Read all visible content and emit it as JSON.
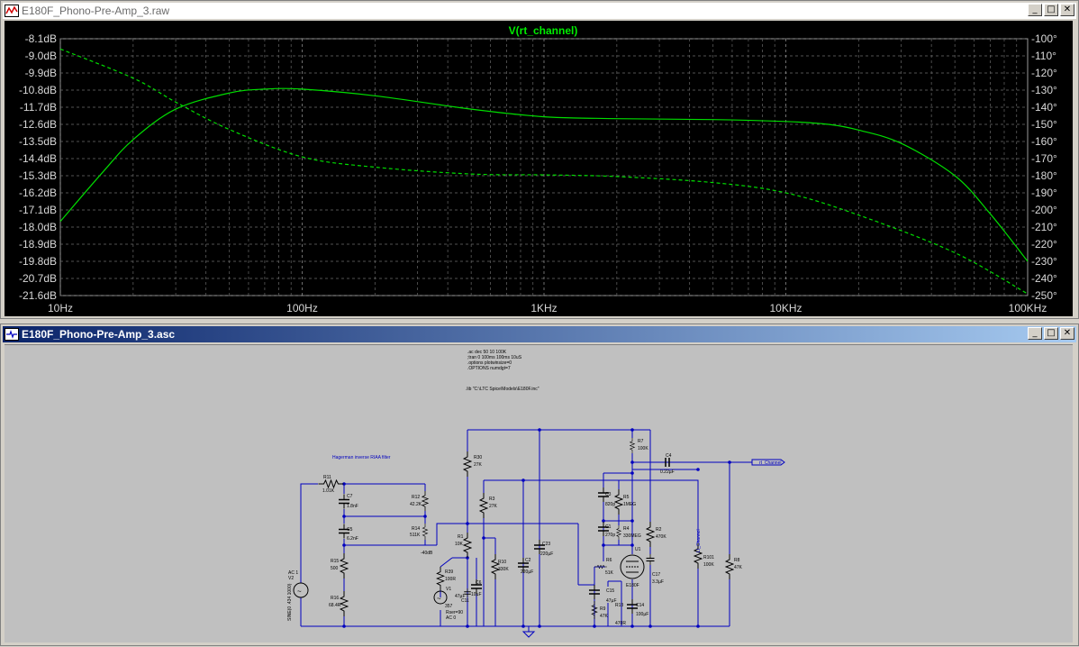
{
  "plot_window": {
    "title": "E180F_Phono-Pre-Amp_3.raw",
    "trace_label": "V(rt_channel)"
  },
  "schematic_window": {
    "title": "E180F_Phono-Pre-Amp_3.asc",
    "directives": [
      ".ac dec 50 10 100K",
      ";tran 0 100ms 100ms 10uS",
      ".options plotwinsize=0",
      ".OPTIONS numdgt=7"
    ],
    "lib_directive": ".lib \"C:\\LTC Spice\\Models\\E180F.inc\"",
    "filter_label": "Hagerman inverse RIAA filter",
    "components": [
      {
        "name": "R11",
        "value": "1.01K"
      },
      {
        "name": "C7",
        "value": "1.8nF"
      },
      {
        "name": "C5",
        "value": "6.2nF"
      },
      {
        "name": "R12",
        "value": "42.2K"
      },
      {
        "name": "R14",
        "value": "511K"
      },
      {
        "name": "R15",
        "value": "500"
      },
      {
        "name": "R16",
        "value": "68.4R"
      },
      {
        "name": "V2",
        "value": "AC 1"
      },
      {
        "name": "R30",
        "value": "27K"
      },
      {
        "name": "R3",
        "value": "27K"
      },
      {
        "name": "R1",
        "value": "10K"
      },
      {
        "name": "R39",
        "value": "100R"
      },
      {
        "name": "V1",
        "value": "357"
      },
      {
        "name": "C11",
        "value": "47µF"
      },
      {
        "name": "C6",
        "value": "10µF"
      },
      {
        "name": "R10",
        "value": "330K"
      },
      {
        "name": "C2",
        "value": "220µF"
      },
      {
        "name": "C23",
        "value": "220µF"
      },
      {
        "name": "R7",
        "value": "100K"
      },
      {
        "name": "C4",
        "value": "0.22µF"
      },
      {
        "name": "C3",
        "value": "820p"
      },
      {
        "name": "R5",
        "value": "1MEG"
      },
      {
        "name": "C1",
        "value": "270p"
      },
      {
        "name": "R4",
        "value": "330MEG"
      },
      {
        "name": "R2",
        "value": "470K"
      },
      {
        "name": "R6",
        "value": "51K"
      },
      {
        "name": "U1",
        "value": "E180F"
      },
      {
        "name": "C17",
        "value": "3.3µF"
      },
      {
        "name": "C15",
        "value": "47µF"
      },
      {
        "name": "R13",
        "value": "470R"
      },
      {
        "name": "C14",
        "value": "100µF"
      },
      {
        "name": "R9",
        "value": "47K"
      },
      {
        "name": "R101",
        "value": "100K"
      },
      {
        "name": "R8",
        "value": "47K"
      }
    ],
    "v2_source_label": "SINE(0 .434 1000)",
    "v1_rser": "Rser=90",
    "v1_ac": "AC 0",
    "net_label_db": "-40dB",
    "net_label_lt": "Lt_Channel",
    "output_label": "rt_Channel"
  },
  "chart_data": {
    "type": "line",
    "title": "V(rt_channel)",
    "x_scale": "log",
    "xlim": [
      10,
      100000
    ],
    "x_ticks": [
      "10Hz",
      "100Hz",
      "1KHz",
      "10KHz",
      "100KHz"
    ],
    "y_left_ticks": [
      "-8.1dB",
      "-9.0dB",
      "-9.9dB",
      "-10.8dB",
      "-11.7dB",
      "-12.6dB",
      "-13.5dB",
      "-14.4dB",
      "-15.3dB",
      "-16.2dB",
      "-17.1dB",
      "-18.0dB",
      "-18.9dB",
      "-19.8dB",
      "-20.7dB",
      "-21.6dB"
    ],
    "y_left_lim": [
      -21.6,
      -8.1
    ],
    "y_right_ticks": [
      "-100°",
      "-110°",
      "-120°",
      "-130°",
      "-140°",
      "-150°",
      "-160°",
      "-170°",
      "-180°",
      "-190°",
      "-200°",
      "-210°",
      "-220°",
      "-230°",
      "-240°",
      "-250°"
    ],
    "y_right_lim": [
      -250,
      -100
    ],
    "grid": true,
    "color": "#00dd00",
    "series": [
      {
        "axis": "left",
        "style": "solid",
        "x": [
          10,
          15,
          20,
          30,
          50,
          70,
          100,
          200,
          500,
          1000,
          2000,
          5000,
          10000,
          15000,
          20000,
          30000,
          50000,
          70000,
          100000
        ],
        "y": [
          -17.7,
          -15.1,
          -13.4,
          -11.8,
          -10.95,
          -10.75,
          -10.75,
          -11.1,
          -11.8,
          -12.2,
          -12.3,
          -12.35,
          -12.45,
          -12.6,
          -12.9,
          -13.6,
          -15.3,
          -17.3,
          -19.8
        ]
      },
      {
        "axis": "right",
        "style": "dashed",
        "x": [
          10,
          20,
          30,
          50,
          100,
          200,
          500,
          1000,
          2000,
          5000,
          10000,
          20000,
          50000,
          100000
        ],
        "y": [
          -106,
          -123,
          -137,
          -153,
          -169,
          -175,
          -179,
          -179.5,
          -180.5,
          -184,
          -190,
          -203,
          -225,
          -249
        ]
      }
    ]
  }
}
